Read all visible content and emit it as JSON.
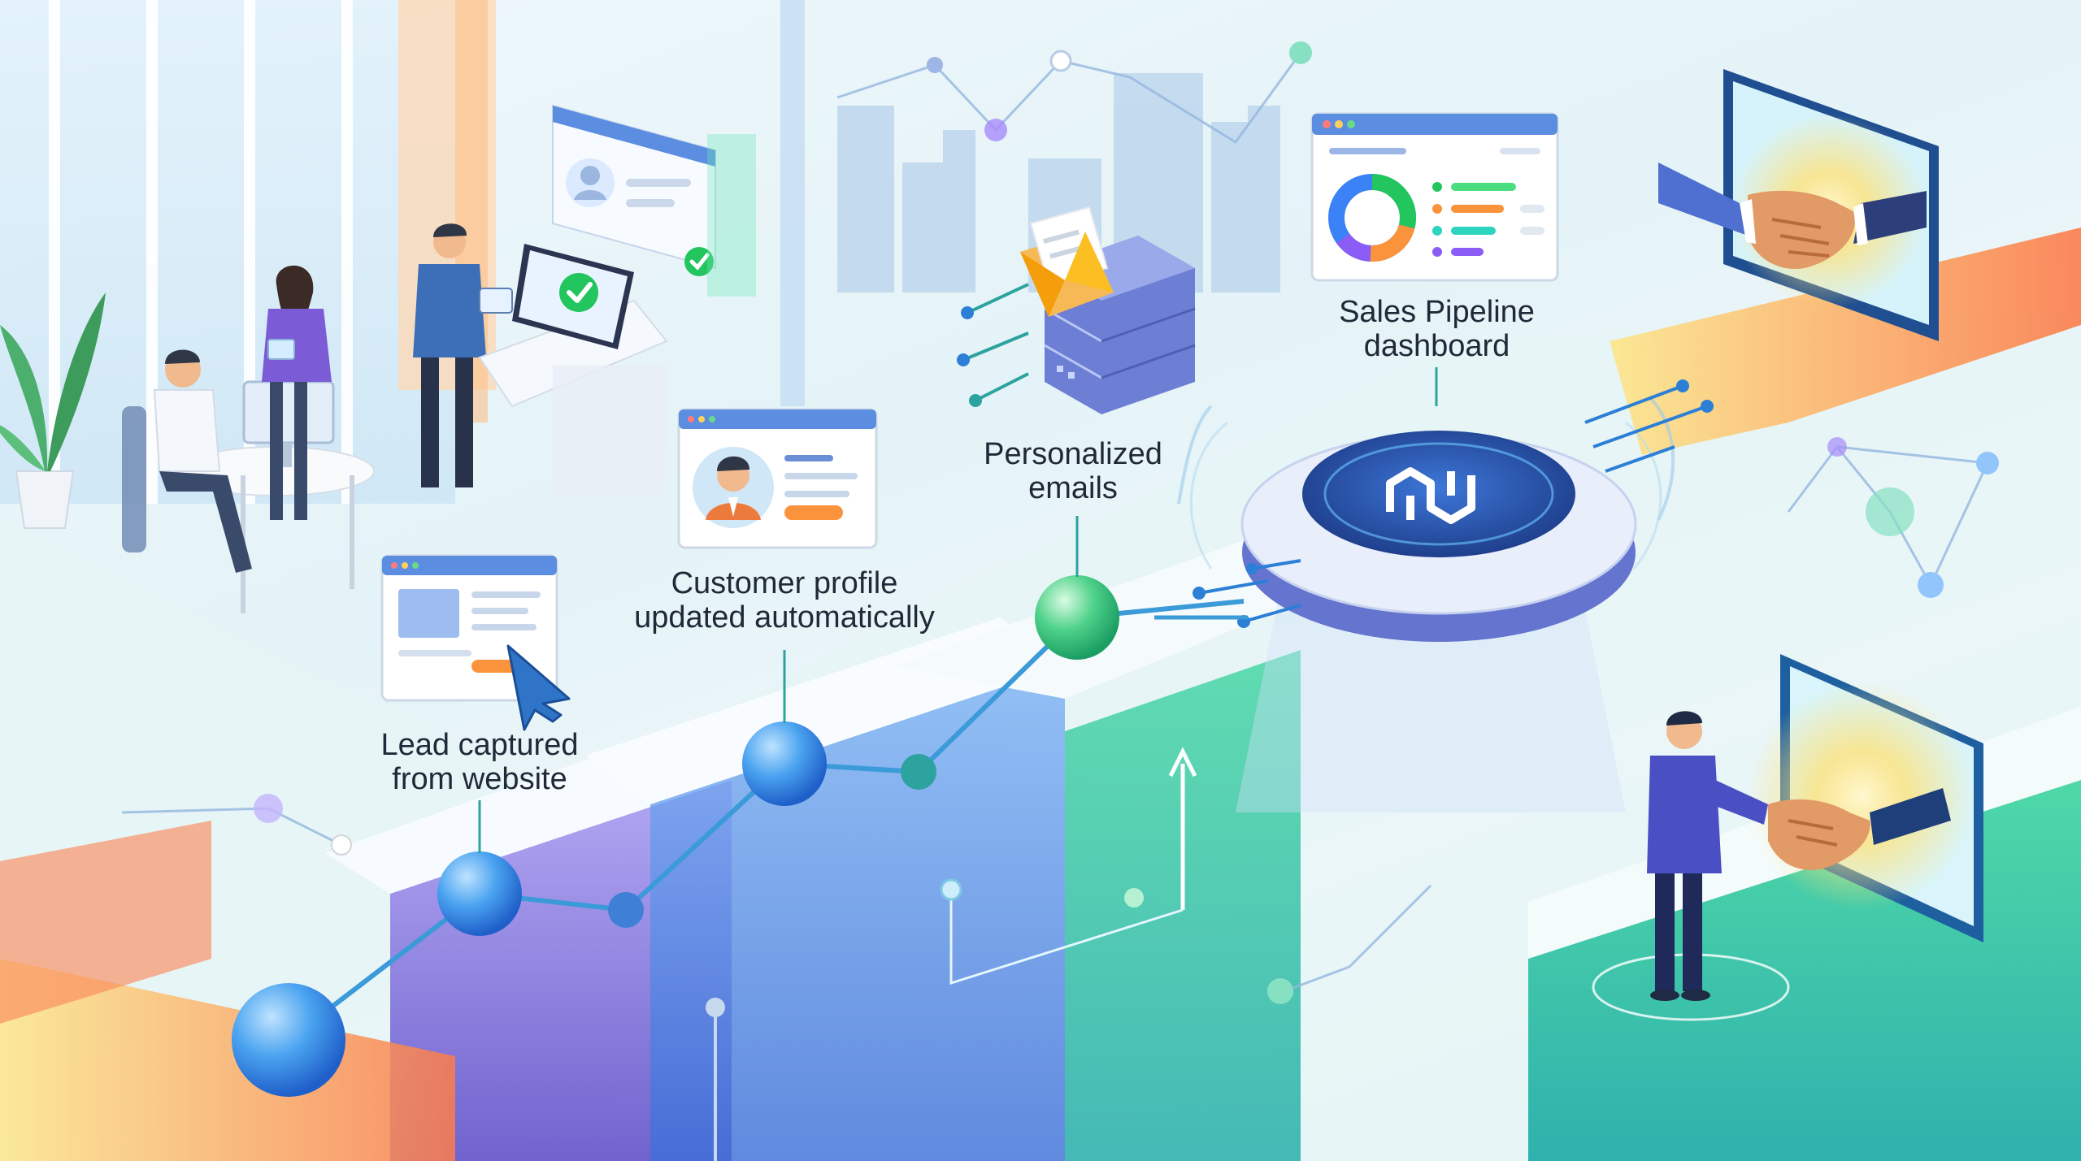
{
  "labels": {
    "lead_line1": "Lead captured",
    "lead_line2": "from website",
    "profile_line1": "Customer profile",
    "profile_line2": "updated automatically",
    "emails_line1": "Personalized",
    "emails_line2": "emails",
    "dashboard_line1": "Sales Pipeline",
    "dashboard_line2": "dashboard"
  },
  "colors": {
    "accent_blue": "#3b82f6",
    "accent_teal": "#2dd4bf",
    "accent_green": "#22c55e",
    "accent_orange": "#fb923c",
    "accent_purple": "#7c5cd6",
    "hub_dark": "#2b4fa0"
  },
  "icons": [
    "plant-icon",
    "office-person-icon",
    "check-icon",
    "browser-window-icon",
    "cursor-arrow-icon",
    "avatar-icon",
    "envelope-icon",
    "server-stack-icon",
    "donut-chart-icon",
    "crm-hub-logo-icon",
    "handshake-icon",
    "businessman-icon"
  ]
}
